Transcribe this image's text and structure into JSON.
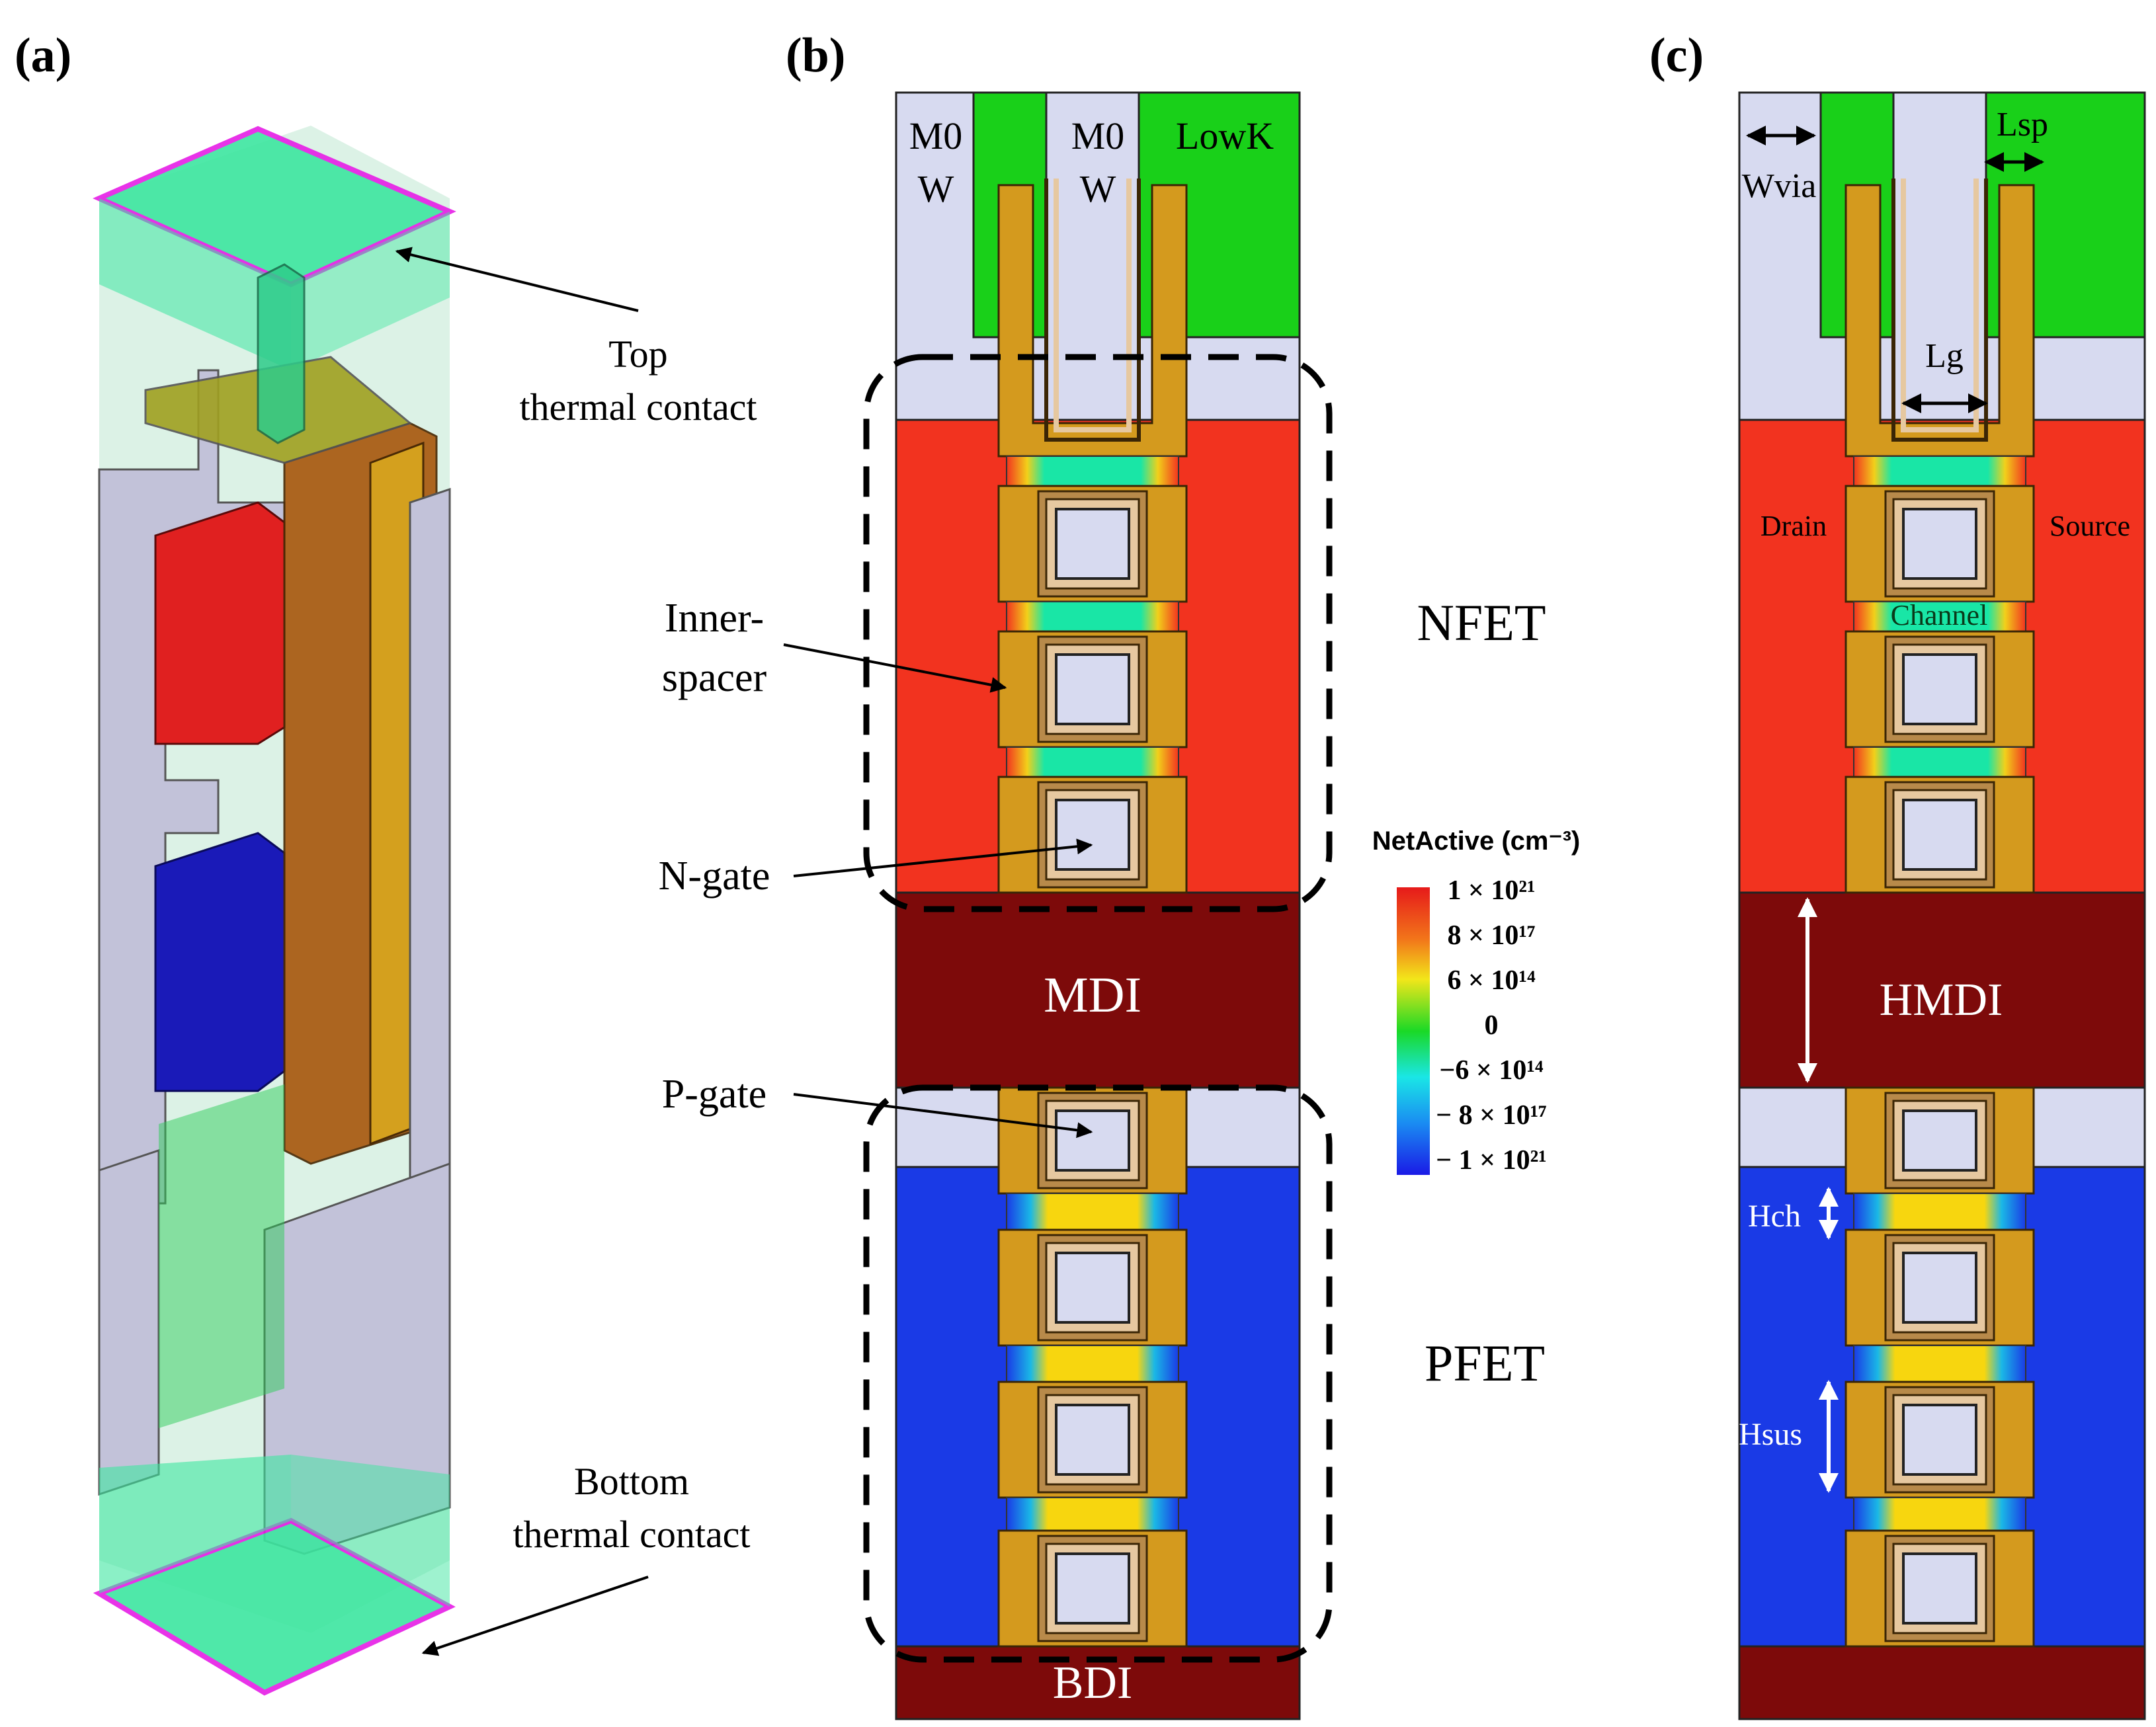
{
  "panels": {
    "a": {
      "label": "(a)",
      "top_contact_line1": "Top",
      "top_contact_line2": "thermal contact",
      "bottom_contact_line1": "Bottom",
      "bottom_contact_line2": "thermal contact"
    },
    "b": {
      "label": "(b)",
      "m0_left": "M0",
      "w_left": "W",
      "m0_mid": "M0",
      "w_mid": "W",
      "lowk": "LowK",
      "mdi": "MDI",
      "bdi": "BDI",
      "nfet": "NFET",
      "pfet": "PFET",
      "inner_spacer_line1": "Inner-",
      "inner_spacer_line2": "spacer",
      "n_gate": "N-gate",
      "p_gate": "P-gate"
    },
    "c": {
      "label": "(c)",
      "w_via": "Wvia",
      "l_sp": "Lsp",
      "l_g": "Lg",
      "drain": "Drain",
      "source": "Source",
      "channel": "Channel",
      "h_mdi": "HMDI",
      "h_ch": "Hch",
      "h_sus": "Hsus"
    }
  },
  "legend": {
    "title": "NetActive (cm⁻³)",
    "labels": [
      "1 × 10²¹",
      "8 × 10¹⁷",
      "6 × 10¹⁴",
      "0",
      "−6 × 10¹⁴",
      "− 8 × 10¹⁷",
      "− 1 × 10²¹"
    ]
  },
  "colors": {
    "n_doped": "#f2331f",
    "p_doped": "#1a3ae6",
    "gate_spacer": "#d49a1e",
    "metal_w": "#d7daf0",
    "lowk": "#19d019",
    "mdi": "#7d0a0a",
    "channel_n": "#19e6a6",
    "channel_p": "#f7d60f",
    "thermal_contact": "#3de6a0",
    "contact_edge": "#e61ee6"
  }
}
